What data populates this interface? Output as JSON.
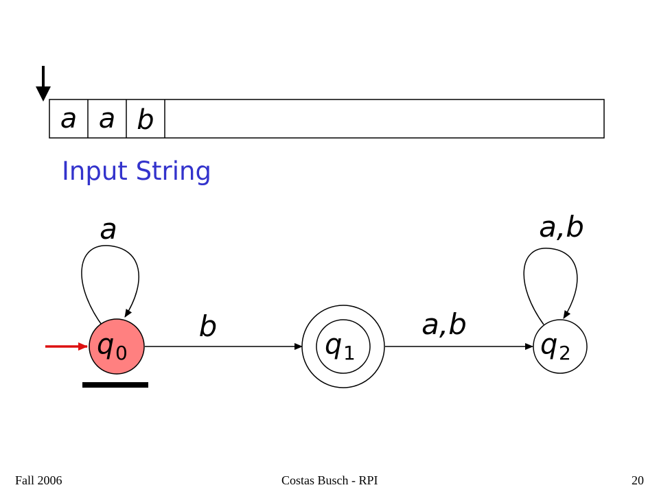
{
  "tape": {
    "cells": [
      "a",
      "a",
      "b"
    ],
    "head_position": 0,
    "label": "Input String"
  },
  "automaton": {
    "states": [
      {
        "id": "q0",
        "name": "q",
        "sub": "0",
        "initial": true,
        "accepting": false,
        "current": true
      },
      {
        "id": "q1",
        "name": "q",
        "sub": "1",
        "initial": false,
        "accepting": true,
        "current": false
      },
      {
        "id": "q2",
        "name": "q",
        "sub": "2",
        "initial": false,
        "accepting": false,
        "current": false
      }
    ],
    "transitions": [
      {
        "from": "q0",
        "to": "q0",
        "label": "a"
      },
      {
        "from": "q0",
        "to": "q1",
        "label": "b"
      },
      {
        "from": "q1",
        "to": "q2",
        "label": "a,b"
      },
      {
        "from": "q2",
        "to": "q2",
        "label": "a,b"
      }
    ]
  },
  "colors": {
    "heading": "#3333cc",
    "current_state_fill": "#ff8080",
    "initial_arrow": "#dd1111"
  },
  "footer": {
    "left": "Fall 2006",
    "center": "Costas Busch - RPI",
    "right": "20"
  }
}
